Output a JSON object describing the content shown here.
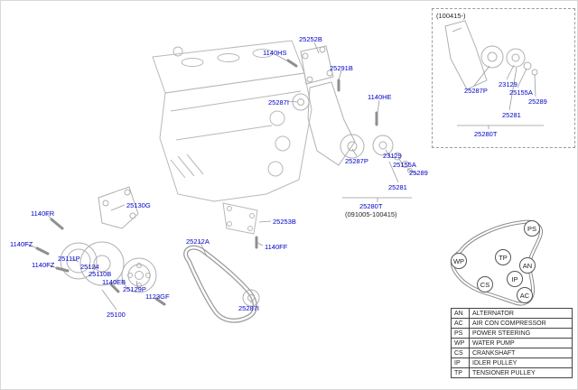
{
  "colors": {
    "part_label": "#0000c8",
    "leader_line": "#9a9a9a",
    "art_line": "#b8b8b8",
    "text": "#222222"
  },
  "main_labels": [
    "25252B",
    "1140HS",
    "25291B",
    "25287I",
    "1140HE",
    "25287P",
    "23129",
    "25155A",
    "25289",
    "25281",
    "25280T",
    "(091005-100415)",
    "25130G",
    "1140FR",
    "1140FZ",
    "25111P",
    "1140FZ",
    "25124",
    "25110B",
    "1140EB",
    "25129P",
    "1123GF",
    "25100",
    "25212A",
    "25253B",
    "1140FF",
    "25287I"
  ],
  "inset": {
    "title": "(100415-)",
    "labels": [
      "25287P",
      "23129",
      "25155A",
      "25289",
      "25281",
      "25280T"
    ]
  },
  "belt_diagram": {
    "pulleys": [
      "PS",
      "WP",
      "TP",
      "AN",
      "IP",
      "CS",
      "AC"
    ]
  },
  "legend": {
    "rows": [
      {
        "code": "AN",
        "name": "ALTERNATOR"
      },
      {
        "code": "AC",
        "name": "AIR CON COMPRESSOR"
      },
      {
        "code": "PS",
        "name": "POWER STEERING"
      },
      {
        "code": "WP",
        "name": "WATER PUMP"
      },
      {
        "code": "CS",
        "name": "CRANKSHAFT"
      },
      {
        "code": "IP",
        "name": "IDLER PULLEY"
      },
      {
        "code": "TP",
        "name": "TENSIONER PULLEY"
      }
    ]
  }
}
